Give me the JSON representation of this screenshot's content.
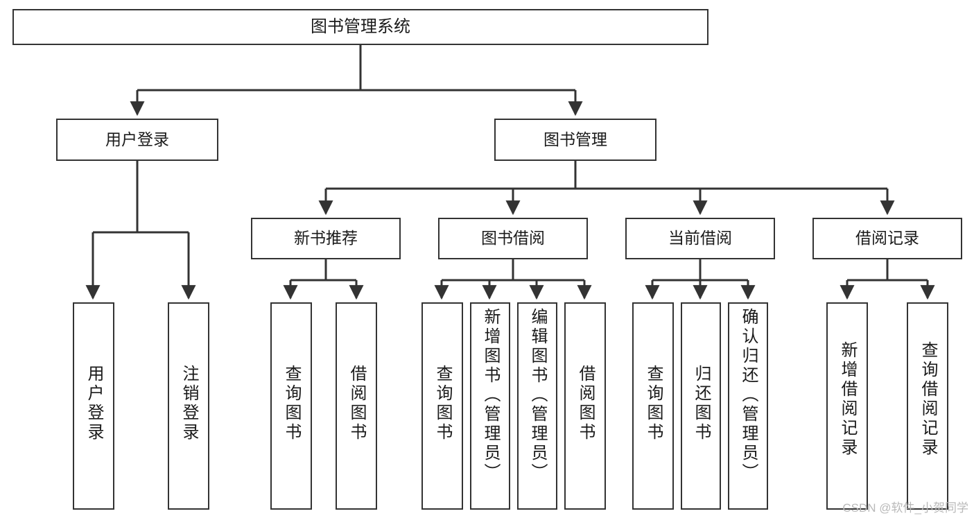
{
  "diagram": {
    "title": "图书管理系统",
    "type": "tree-hierarchy",
    "orientation": "top-down",
    "nodes": {
      "root": {
        "label": "图书管理系统"
      },
      "level2": [
        {
          "id": "user-login",
          "label": "用户登录"
        },
        {
          "id": "book-manage",
          "label": "图书管理"
        }
      ],
      "level3": [
        {
          "id": "new-book-recommend",
          "label": "新书推荐"
        },
        {
          "id": "book-borrow",
          "label": "图书借阅"
        },
        {
          "id": "current-borrow",
          "label": "当前借阅"
        },
        {
          "id": "borrow-record",
          "label": "借阅记录"
        }
      ],
      "leaves": {
        "user-login": [
          {
            "id": "leaf-user-login",
            "label": "用户登录"
          },
          {
            "id": "leaf-logout-login",
            "label": "注销登录"
          }
        ],
        "new-book-recommend": [
          {
            "id": "leaf-query-book-1",
            "label": "查询图书"
          },
          {
            "id": "leaf-borrow-book-1",
            "label": "借阅图书"
          }
        ],
        "book-borrow": [
          {
            "id": "leaf-query-book-2",
            "label": "查询图书"
          },
          {
            "id": "leaf-add-book",
            "label": "新增图书（管理员）"
          },
          {
            "id": "leaf-edit-book",
            "label": "编辑图书（管理员）"
          },
          {
            "id": "leaf-borrow-book-2",
            "label": "借阅图书"
          }
        ],
        "current-borrow": [
          {
            "id": "leaf-query-book-3",
            "label": "查询图书"
          },
          {
            "id": "leaf-return-book",
            "label": "归还图书"
          },
          {
            "id": "leaf-confirm-return",
            "label": "确认归还（管理员）"
          }
        ],
        "borrow-record": [
          {
            "id": "leaf-add-record",
            "label": "新增借阅记录"
          },
          {
            "id": "leaf-query-record",
            "label": "查询借阅记录"
          }
        ]
      }
    },
    "colors": {
      "node_border": "#333333",
      "node_fill": "#ffffff",
      "edge": "#333333",
      "text": "#1a1a1a",
      "background": "#ffffff",
      "watermark": "#b9b9b9"
    }
  },
  "watermark": {
    "text": "CSDN @软件_小贺同学"
  }
}
